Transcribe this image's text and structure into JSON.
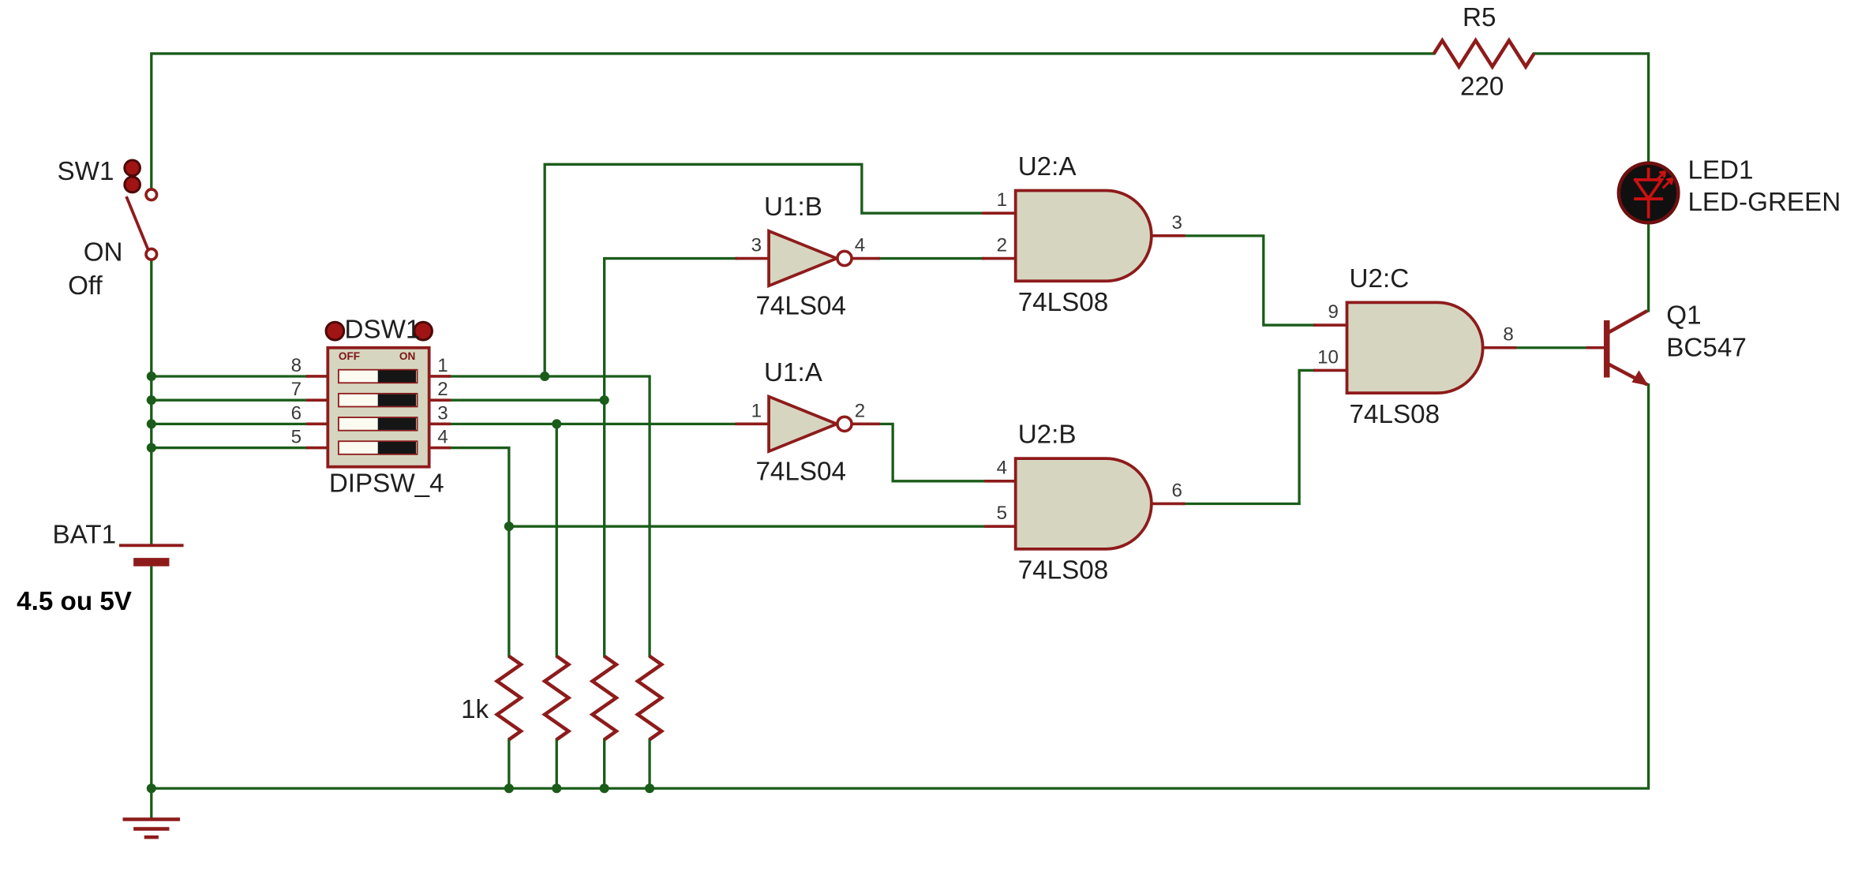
{
  "colors": {
    "wire": "#1a5c1a",
    "component": "#8e1b1b",
    "component_fill": "#d6d6c0",
    "junction": "#1a5c1a",
    "led_body": "#101010",
    "led_symbol": "#cc1111",
    "actuator": "#a01414",
    "text": "#1f1f1f",
    "background": "#ffffff"
  },
  "components": {
    "sw1": {
      "ref": "SW1",
      "state_on": "ON",
      "state_off": "Off"
    },
    "bat1": {
      "ref": "BAT1",
      "value": "4.5 ou 5V"
    },
    "dsw1": {
      "ref": "DSW1",
      "value": "DIPSW_4",
      "off_label": "OFF",
      "on_label": "ON",
      "left_pins": [
        "8",
        "7",
        "6",
        "5"
      ],
      "right_pins": [
        "1",
        "2",
        "3",
        "4"
      ]
    },
    "r5": {
      "ref": "R5",
      "value": "220"
    },
    "r_pull": {
      "value": "1k"
    },
    "u1b": {
      "ref": "U1:B",
      "value": "74LS04",
      "pin_in": "3",
      "pin_out": "4"
    },
    "u1a": {
      "ref": "U1:A",
      "value": "74LS04",
      "pin_in": "1",
      "pin_out": "2"
    },
    "u2a": {
      "ref": "U2:A",
      "value": "74LS08",
      "pin_in1": "1",
      "pin_in2": "2",
      "pin_out": "3"
    },
    "u2b": {
      "ref": "U2:B",
      "value": "74LS08",
      "pin_in1": "4",
      "pin_in2": "5",
      "pin_out": "6"
    },
    "u2c": {
      "ref": "U2:C",
      "value": "74LS08",
      "pin_in1": "9",
      "pin_in2": "10",
      "pin_out": "8"
    },
    "q1": {
      "ref": "Q1",
      "value": "BC547"
    },
    "led1": {
      "ref": "LED1",
      "value": "LED-GREEN"
    }
  }
}
